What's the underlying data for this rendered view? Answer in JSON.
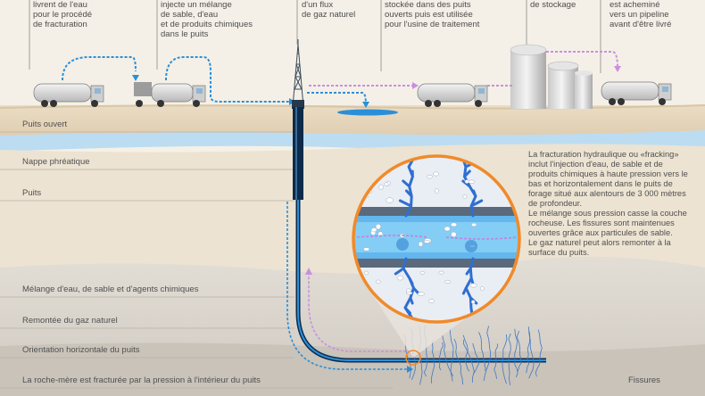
{
  "top_captions": [
    "livrent de l'eau\npour le procédé\nde fracturation",
    "injecte un mélange\nde sable, d'eau\net de produits chimiques\ndans le puits",
    "d'un flux\nde gaz naturel",
    "stockée dans des puits\nouverts puis est utilisée\npour l'usine de traitement",
    "de stockage",
    "est acheminé\nvers un pipeline\navant d'être livré"
  ],
  "left_labels": [
    "Puits ouvert",
    "Nappe phréatique",
    "Puits",
    "Mélange d'eau, de sable et d'agents chimiques",
    "Remontée du gaz naturel",
    "Orientation horizontale du puits",
    "La roche-mère est fracturée par la pression à l'intérieur du puits"
  ],
  "right_note": "La fracturation hydraulique ou «fracking» inclut l'injection d'eau, de sable et de produits chimiques à haute pression vers le bas et horizontalement dans le puits de forage situé aux alentours de 3 000 mètres de profondeur.\nLe mélange sous pression casse la couche rocheuse. Les fissures sont maintenues ouvertes grâce aux particules de sable.\nLe gaz naturel peut alors remonter à la surface du puits.",
  "fissures_label": "Fissures",
  "colors": {
    "sky": "#f3efe6",
    "ground": "#e6d6bd",
    "aquifer": "#bcdcf2",
    "rock": "#d8d3cc",
    "water_flow": "#2a8fd8",
    "gas_flow": "#cc8ee0",
    "pipe": "#0d2a4a",
    "callout_ring": "#f08a2a"
  }
}
